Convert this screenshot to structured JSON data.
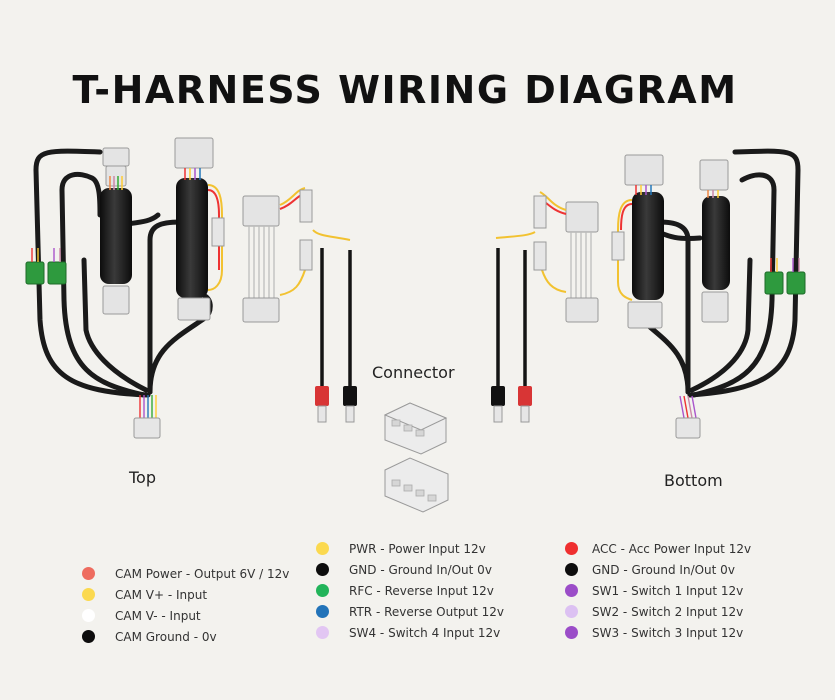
{
  "title": "T-HARNESS WIRING DIAGRAM",
  "labels": {
    "connector": "Connector",
    "top": "Top",
    "bottom": "Bottom"
  },
  "legend_left": [
    {
      "label": "CAM Power - Output 6V / 12v",
      "color": "#ee6c5f"
    },
    {
      "label": "CAM V+ - Input",
      "color": "#fbd94f"
    },
    {
      "label": "CAM V- - Input",
      "color": "#ffffff"
    },
    {
      "label": "CAM Ground - 0v",
      "color": "#0d0d0d"
    }
  ],
  "legend_mid": [
    {
      "label": "PWR - Power Input 12v",
      "color": "#fbd94f"
    },
    {
      "label": "GND - Ground In/Out 0v",
      "color": "#0d0d0d"
    },
    {
      "label": "RFC - Reverse Input 12v",
      "color": "#22b45a"
    },
    {
      "label": "RTR - Reverse Output 12v",
      "color": "#2273b9"
    },
    {
      "label": "SW4 - Switch 4 Input 12v",
      "color": "#e2c6f3"
    }
  ],
  "legend_right": [
    {
      "label": "ACC - Acc Power Input 12v",
      "color": "#ef2f2f"
    },
    {
      "label": "GND - Ground In/Out 0v",
      "color": "#0d0d0d"
    },
    {
      "label": "SW1 - Switch 1 Input 12v",
      "color": "#9b4dc8"
    },
    {
      "label": "SW2 - Switch 2  Input 12v",
      "color": "#dcc1f2"
    },
    {
      "label": "SW3 - Switch 3 Input 12v",
      "color": "#9b4dc8"
    }
  ]
}
